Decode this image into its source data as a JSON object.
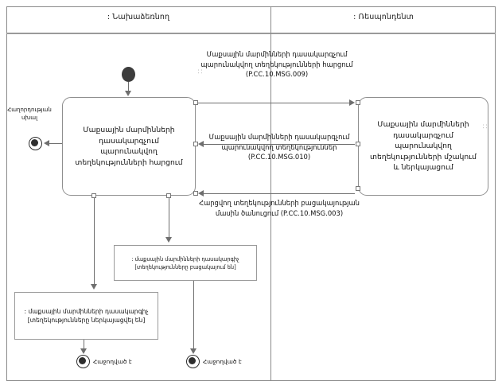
{
  "diagram": {
    "type": "uml-activity-diagram",
    "lanes": [
      {
        "name": "initiator-lane",
        "title": ": Նախաձեռնող"
      },
      {
        "name": "respondent-lane",
        "title": ": Ռեսպոնդենտ"
      }
    ],
    "activities": [
      {
        "id": "activity-request",
        "lane": "initiator-lane",
        "text": "Մաքսային մարմինների դասակարգչում պարունակվող տեղեկությունների հարցում"
      },
      {
        "id": "activity-process",
        "lane": "respondent-lane",
        "text": "Մաքսային մարմինների դասակարգչում պարունակվող տեղեկությունների մշակում և ներկայացում"
      }
    ],
    "messages": [
      {
        "id": "msg-request",
        "direction": "initiator-to-respondent",
        "text": "Մաքսային մարմինների դասակարգչում պարունակվող տեղեկությունների հարցում (P.CC.10.MSG.009)"
      },
      {
        "id": "msg-response",
        "direction": "respondent-to-initiator",
        "text": "Մաքսային մարմինների դասակարգչում պարունակվող տեղեկություններ (P.CC.10.MSG.010)"
      },
      {
        "id": "msg-absent",
        "direction": "respondent-to-initiator",
        "text": "Հարցվող տեղեկությունների բացակայության մասին ծանուցում (P.CC.10.MSG.003)"
      }
    ],
    "object_nodes": [
      {
        "id": "object-absent",
        "text": ": մաքսային մարմինների դասակարգիչ [տեղեկությունները բացակայում են]"
      },
      {
        "id": "object-provided",
        "text": ": մաքսային մարմինների դասակարգիչ [տեղեկությունները ներկայացվել են]"
      }
    ],
    "labels": {
      "error_flow": "Հաղորդության սխալ",
      "success_left": "Հաջողված է",
      "success_right": "Հաջողված է"
    },
    "colors": {
      "stroke": "#8a8a8a",
      "line": "#6e6e6e",
      "node_fill": "#3d3d3d",
      "background": "#ffffff",
      "text": "#111111"
    }
  }
}
